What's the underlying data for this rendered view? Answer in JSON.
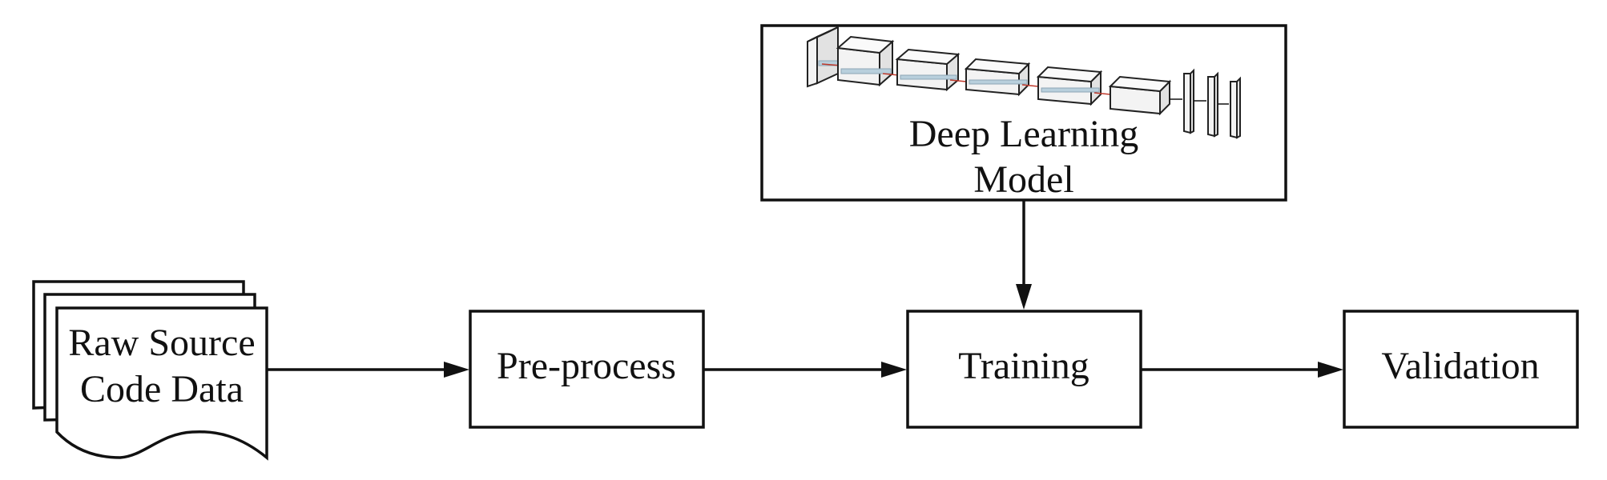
{
  "nodes": {
    "raw_source": {
      "line1": "Raw Source",
      "line2": "Code Data"
    },
    "preprocess": {
      "label": "Pre-process"
    },
    "training": {
      "label": "Training"
    },
    "validation": {
      "label": "Validation"
    },
    "model": {
      "line1": "Deep Learning",
      "line2": "Model",
      "icon": "neural-network-layers-icon"
    }
  },
  "edges": [
    {
      "from": "raw_source",
      "to": "preprocess"
    },
    {
      "from": "preprocess",
      "to": "training"
    },
    {
      "from": "model",
      "to": "training"
    },
    {
      "from": "training",
      "to": "validation"
    }
  ]
}
